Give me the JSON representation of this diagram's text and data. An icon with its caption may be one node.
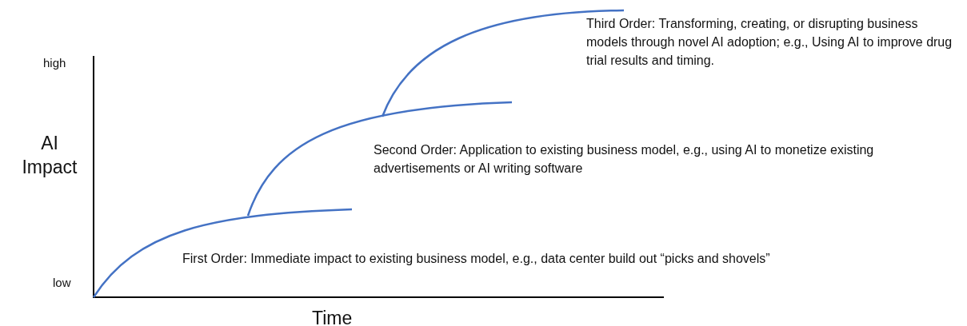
{
  "diagram": {
    "labels": [
      "Third Order: Transforming, creating, or disrupting business models through novel AI adoption; e.g., Using AI to improve drug trial results and timing.",
      "high",
      "AI Impact",
      "Second Order: Application to existing business model, e.g., using AI to monetize existing advertisements or AI writing software",
      "First Order: Immediate impact to existing business model, e.g., data center build out “picks and shovels”",
      "low",
      "Time"
    ]
  }
}
